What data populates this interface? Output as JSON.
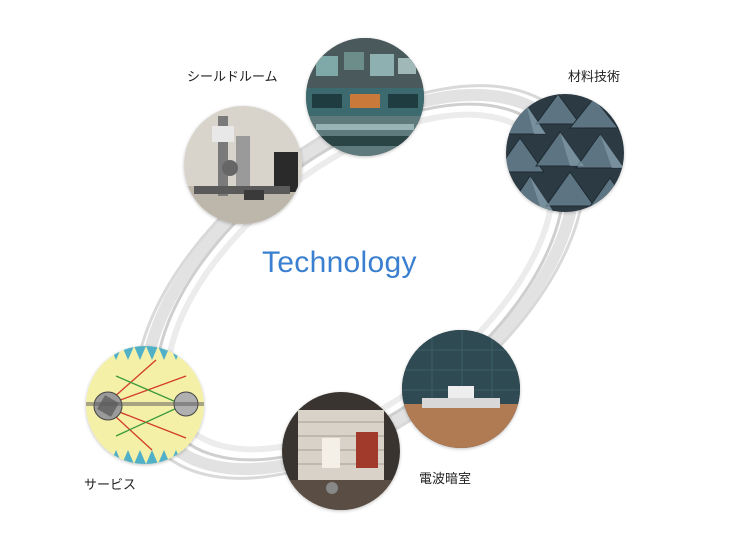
{
  "title": "Technology",
  "items": [
    {
      "label": "シールドルーム"
    },
    {
      "label": "材料技術"
    },
    {
      "label": "電波暗室"
    },
    {
      "label": "サービス"
    }
  ],
  "colors": {
    "accent": "#3a7fd0",
    "orbit": "#d8d8d8"
  }
}
